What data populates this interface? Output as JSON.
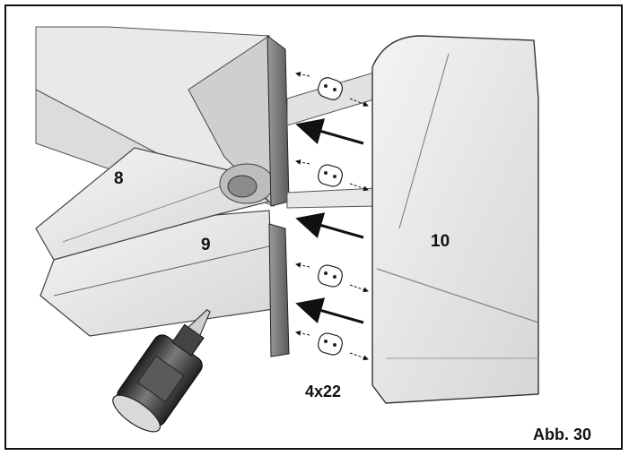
{
  "labels": {
    "part_8": "8",
    "part_9": "9",
    "part_10": "10",
    "hinge_count": "4x22",
    "figure": "Abb. 30"
  }
}
